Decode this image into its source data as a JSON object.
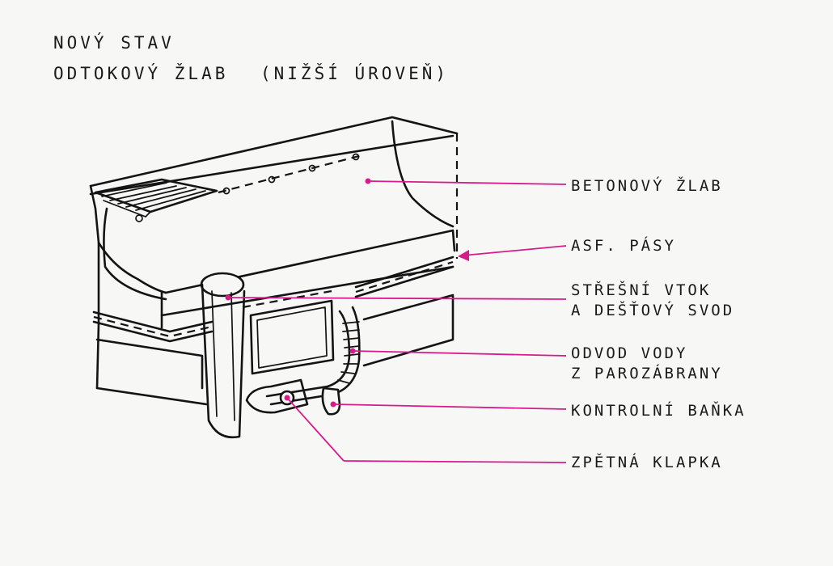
{
  "title": {
    "line1": "NOVÝ STAV",
    "line2": "ODTOKOVÝ ŽLAB",
    "line2_suffix": "(NIŽŠÍ ÚROVEŇ)"
  },
  "labels": [
    {
      "id": "betonovy-zlab",
      "lines": [
        "BETONOVÝ ŽLAB"
      ]
    },
    {
      "id": "asf-pasy",
      "lines": [
        "ASF. PÁSY"
      ]
    },
    {
      "id": "stresni-vtok",
      "lines": [
        "STŘEŠNÍ VTOK",
        "A DEŠŤOVÝ SVOD"
      ]
    },
    {
      "id": "odvod-vody",
      "lines": [
        "ODVOD VODY",
        "Z PAROZÁBRANY"
      ]
    },
    {
      "id": "kontrolni-banka",
      "lines": [
        "KONTROLNÍ BAŇKA"
      ]
    },
    {
      "id": "zpetna-klapka",
      "lines": [
        "ZPĚTNÁ KLAPKA"
      ]
    }
  ],
  "colors": {
    "ink": "#141414",
    "leader": "#d81b8c",
    "paper": "#f7f7f5"
  }
}
